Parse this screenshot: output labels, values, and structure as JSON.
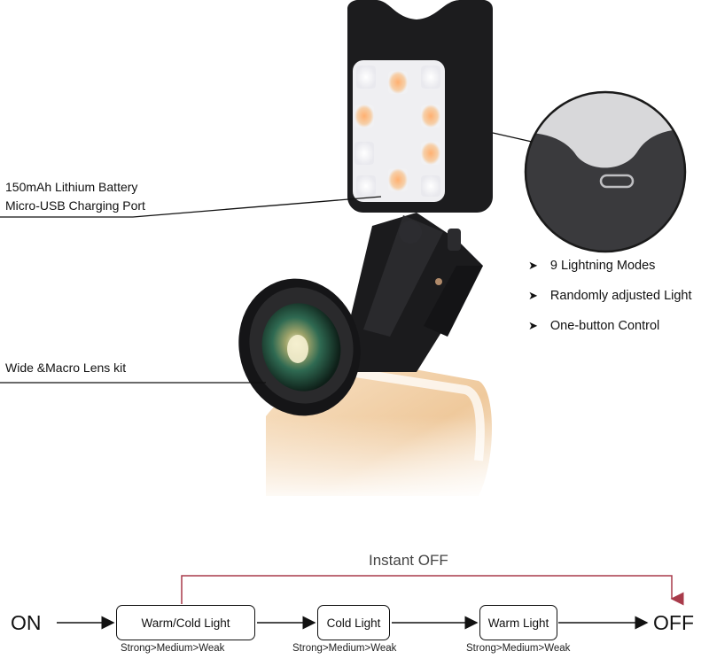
{
  "callouts": {
    "battery_line1": "150mAh Lithium Battery",
    "battery_line2": "Micro-USB Charging Port",
    "lens": "Wide &Macro Lens kit"
  },
  "features": [
    {
      "icon": "arrowhead-bullet",
      "text": "9 Lightning Modes"
    },
    {
      "icon": "arrowhead-bullet",
      "text": "Randomly adjusted Light"
    },
    {
      "icon": "arrowhead-bullet",
      "text": "One-button Control"
    }
  ],
  "flow": {
    "start": "ON",
    "end": "OFF",
    "instant_off": "Instant  OFF",
    "steps": [
      {
        "label": "Warm/Cold Light",
        "sub": "Strong>Medium>Weak"
      },
      {
        "label": "Cold Light",
        "sub": "Strong>Medium>Weak"
      },
      {
        "label": "Warm Light",
        "sub": "Strong>Medium>Weak"
      }
    ]
  },
  "colors": {
    "instant_off_line": "#a83a4a",
    "device_body": "#1c1c1e",
    "led_warm": "#f4c9a0",
    "led_cold": "#f3f3f5"
  }
}
